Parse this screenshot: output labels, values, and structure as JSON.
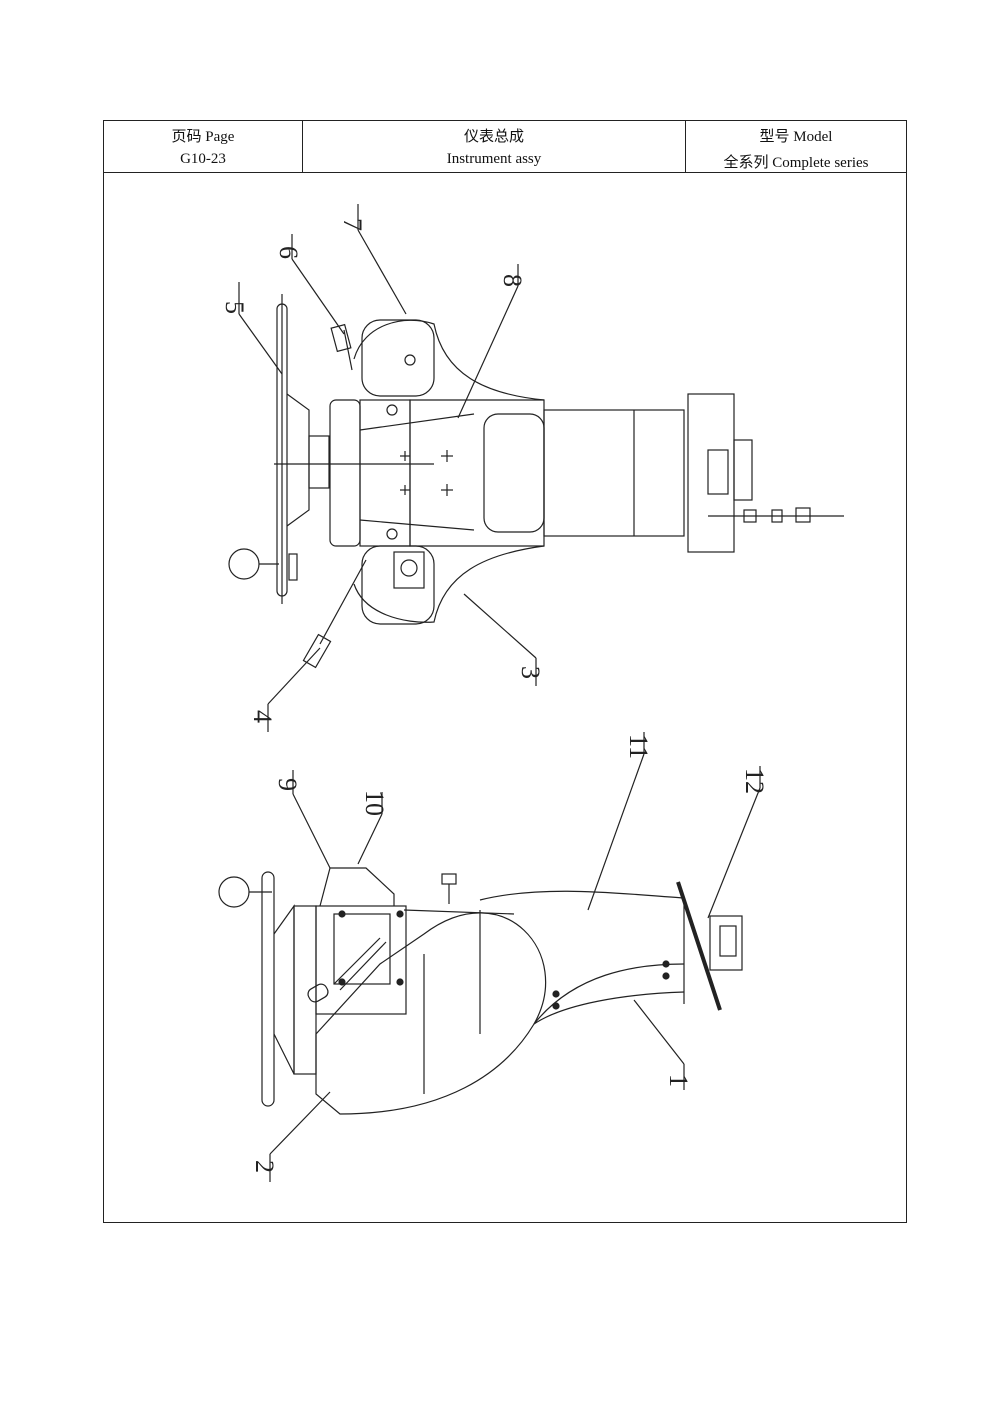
{
  "header": {
    "page_label": "页码 Page",
    "page_number": "G10-23",
    "title_cn": "仪表总成",
    "title_en": "Instrument assy",
    "model_label": "型号    Model",
    "model_value": "全系列  Complete series"
  },
  "callouts": [
    "1",
    "2",
    "3",
    "4",
    "5",
    "6",
    "7",
    "8",
    "9",
    "10",
    "11",
    "12"
  ]
}
